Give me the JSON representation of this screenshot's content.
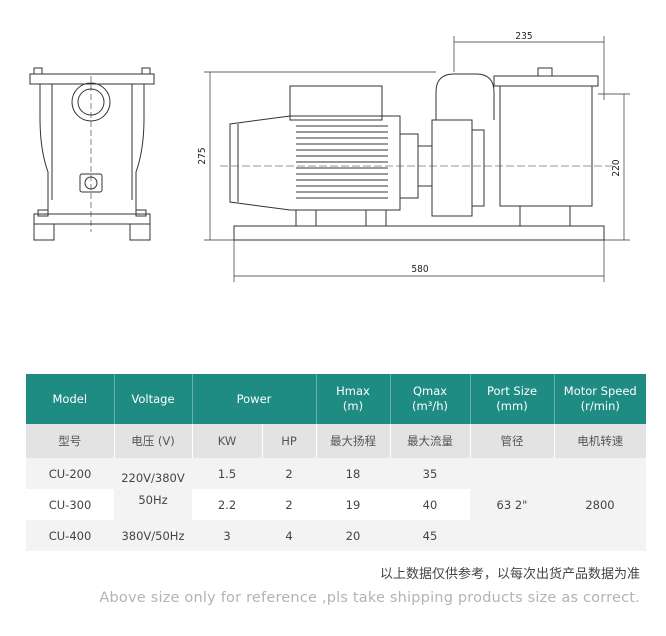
{
  "drawing": {
    "dimensions": {
      "top_width": "235",
      "height_overall": "275",
      "height_right": "220",
      "base_length": "580"
    }
  },
  "table": {
    "headers": {
      "model": "Model",
      "voltage": "Voltage",
      "power": "Power",
      "hmax_line1": "Hmax",
      "hmax_line2": "(m)",
      "qmax_line1": "Qmax",
      "qmax_line2": "(m³/h)",
      "port_line1": "Port Size",
      "port_line2": "(mm)",
      "speed_line1": "Motor Speed",
      "speed_line2": "(r/min)"
    },
    "cn_headers": {
      "model": "型号",
      "voltage": "电压 (V)",
      "kw": "KW",
      "hp": "HP",
      "hmax": "最大扬程",
      "qmax": "最大流量",
      "port": "管径",
      "speed": "电机转速"
    },
    "rows": [
      {
        "model": "CU-200",
        "kw": "1.5",
        "hp": "2",
        "hmax": "18",
        "qmax": "35"
      },
      {
        "model": "CU-300",
        "kw": "2.2",
        "hp": "2",
        "hmax": "19",
        "qmax": "40"
      },
      {
        "model": "CU-400",
        "voltage": "380V/50Hz",
        "kw": "3",
        "hp": "4",
        "hmax": "20",
        "qmax": "45"
      }
    ],
    "voltage_merged_line1": "220V/380V",
    "voltage_merged_line2": "50Hz",
    "port_size": "63   2\"",
    "motor_speed": "2800"
  },
  "notes": {
    "cn": "以上数据仅供参考，以每次出货产品数据为准",
    "en": "Above size only for reference ,pls take shipping products size as correct."
  }
}
